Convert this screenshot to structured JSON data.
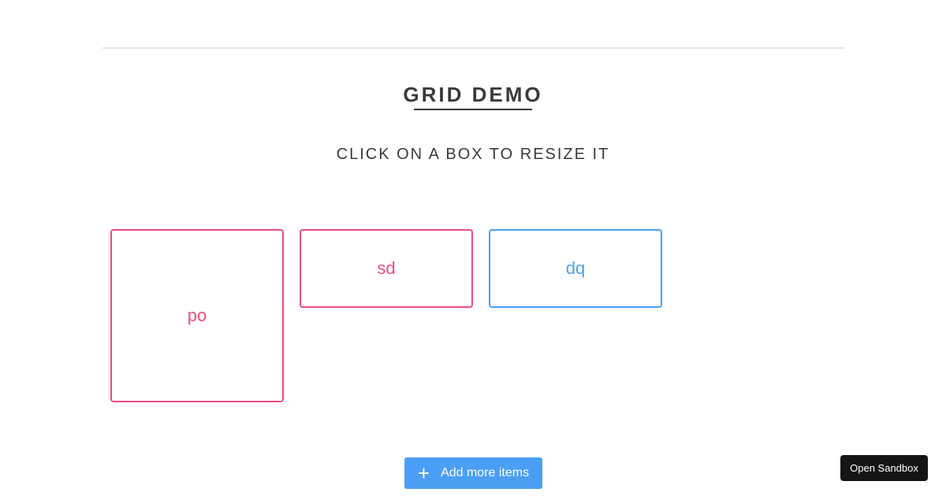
{
  "header": {
    "title": "GRID DEMO",
    "subtitle": "CLICK ON A BOX TO RESIZE IT"
  },
  "grid": {
    "items": [
      {
        "label": "po",
        "color": "#ee4d7d"
      },
      {
        "label": "sd",
        "color": "#ee4d7d"
      },
      {
        "label": "dq",
        "color": "#4a9ff5"
      }
    ]
  },
  "actions": {
    "add_icon": "+",
    "add_label": "Add more items",
    "sandbox_label": "Open Sandbox"
  },
  "colors": {
    "pink": "#ee4d7d",
    "blue": "#4a9ff5",
    "text": "#3a3a3a"
  }
}
